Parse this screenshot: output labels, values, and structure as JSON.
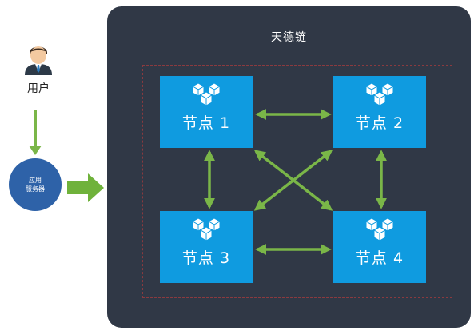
{
  "user": {
    "label": "用户",
    "icon": "user-avatar-icon"
  },
  "server": {
    "line1": "应用",
    "line2": "服务器"
  },
  "chain": {
    "title": "天德链"
  },
  "nodes": [
    {
      "label": "节点 1",
      "icon": "cubes-icon"
    },
    {
      "label": "节点 2",
      "icon": "cubes-icon"
    },
    {
      "label": "节点 3",
      "icon": "cubes-icon"
    },
    {
      "label": "节点 4",
      "icon": "cubes-icon"
    }
  ],
  "colors": {
    "chain_bg": "#303846",
    "node_bg": "#0f9be0",
    "arrow": "#7ab648",
    "server_bg": "#2e62a8",
    "border": "#8a3a3f"
  }
}
